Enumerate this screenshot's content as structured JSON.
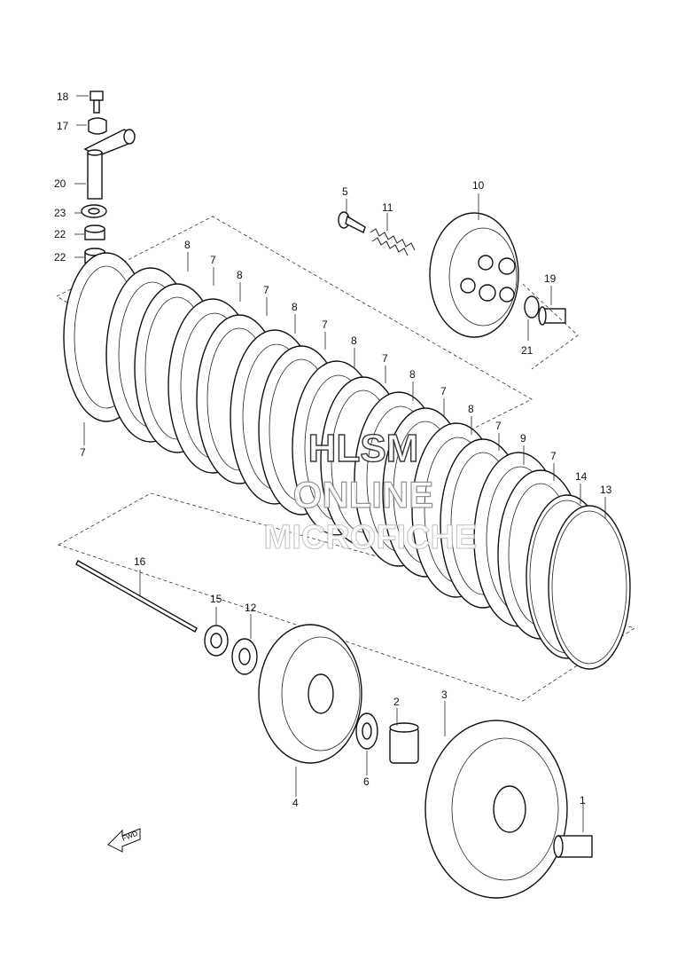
{
  "callouts": [
    "18",
    "17",
    "20",
    "23",
    "22",
    "22",
    "5",
    "11",
    "10",
    "19",
    "21",
    "8",
    "7",
    "8",
    "7",
    "8",
    "7",
    "8",
    "7",
    "8",
    "7",
    "8",
    "7",
    "9",
    "7",
    "14",
    "13",
    "7",
    "16",
    "15",
    "12",
    "2",
    "3",
    "4",
    "6",
    "1"
  ],
  "fwd_label": "FWD",
  "watermark": {
    "line1": "HLSM",
    "line2": "ONLINE",
    "line3": "MICROFICHE"
  }
}
